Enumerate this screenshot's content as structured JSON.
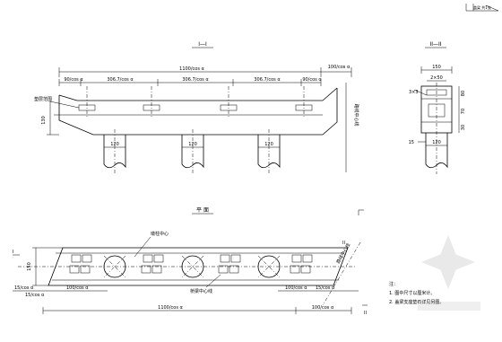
{
  "titles": {
    "section_1": "I—I",
    "section_2": "II—II",
    "plan": "平 面"
  },
  "section_labels": {
    "cut_1": "I",
    "cut_2": "II",
    "cut_2b": "II"
  },
  "dimensions": {
    "total_span": "1100/cos α",
    "right_edge": "100/cos α",
    "left_end": "90/cos α",
    "right_end": "90/cos α",
    "bay_1": "306.7/cos α",
    "bay_2": "306.7/cos α",
    "bay_3": "306.7/cos α",
    "pier_1": "120",
    "pier_2": "120",
    "pier_3": "120",
    "height_left": "130",
    "width_sec2": "150",
    "inner_sec2": "2×50",
    "chamfer_sec2": "3×3",
    "pier_sec2": "120",
    "side_sec2": "15",
    "height_sec2_a": "80",
    "height_sec2_b": "70",
    "height_sec2_c": "30",
    "plan_height": "150",
    "plan_left_a": "15/cos α",
    "plan_left_b": "100/cos α",
    "plan_left_c": "15/cos α",
    "plan_right_a": "100/cos α",
    "plan_right_b": "15/cos α",
    "plan_total": "1100/cos α",
    "plan_right": "100/cos α"
  },
  "annotations": {
    "bearing_pad": "垫层范围",
    "side_note": "路线中心线",
    "plan_label_1": "墩柱中心",
    "plan_label_2": "桥梁中心线",
    "plan_label_3": "路线中心线"
  },
  "notes": {
    "heading": "注：",
    "line_1": "1. 图中尺寸以厘米计。",
    "line_2": "2. 盖梁支座垫石详见另图。"
  },
  "corner_tag": "盖梁 共1张"
}
